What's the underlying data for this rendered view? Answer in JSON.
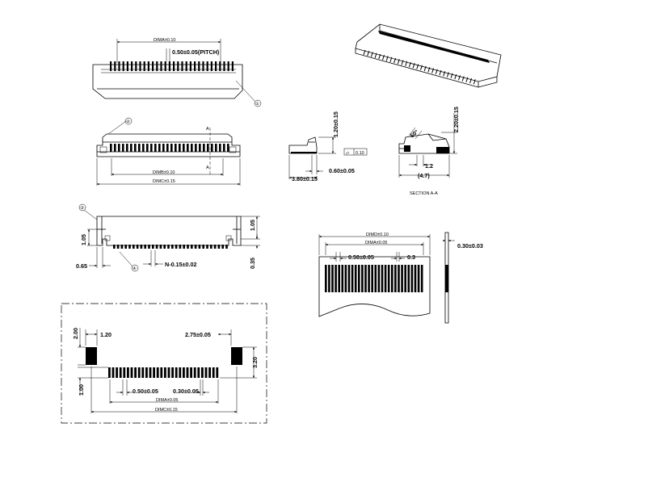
{
  "views": {
    "top": {
      "dim_a_pitch": "DIMA±0.10",
      "pitch": "0.50±0.05(PITCH)",
      "callout": "①"
    },
    "front": {
      "callout": "②",
      "section_mark": "A",
      "dim_b": "DIMB±0.10",
      "dim_c": "DIMC±0.15"
    },
    "bottom": {
      "callout_1": "③",
      "callout_2": "④",
      "h_105_left": "1.05",
      "h_065": "0.65",
      "pin_width": "N-0.15±0.02",
      "h_105_right": "1.05",
      "h_035": "0.35"
    },
    "side": {
      "height": "1.20±0.15",
      "flatness_symbol": "▱",
      "flatness": "0.10",
      "depth": "0.60±0.05",
      "length": "3.80±0.15"
    },
    "section": {
      "angle": "60°",
      "height": "2.20±0.15",
      "foot": "1.2",
      "width": "(4.7)",
      "caption": "SECTION A-A"
    },
    "fpc": {
      "dim_d": "DIMD±0.10",
      "dim_a": "DIMA±0.05",
      "pitch": "0.50±0.05",
      "finger": "0.3",
      "thickness": "0.30±0.03"
    },
    "pcb": {
      "pad_h": "2.00",
      "pad_w": "1.20",
      "pad_offset": "2.75±0.05",
      "height": "3.20",
      "row": "1.00",
      "pitch": "0.50±0.05",
      "pad_width": "0.30±0.05",
      "dim_a": "DIMA±0.05",
      "dim_c": "DIMC±0.15"
    }
  }
}
